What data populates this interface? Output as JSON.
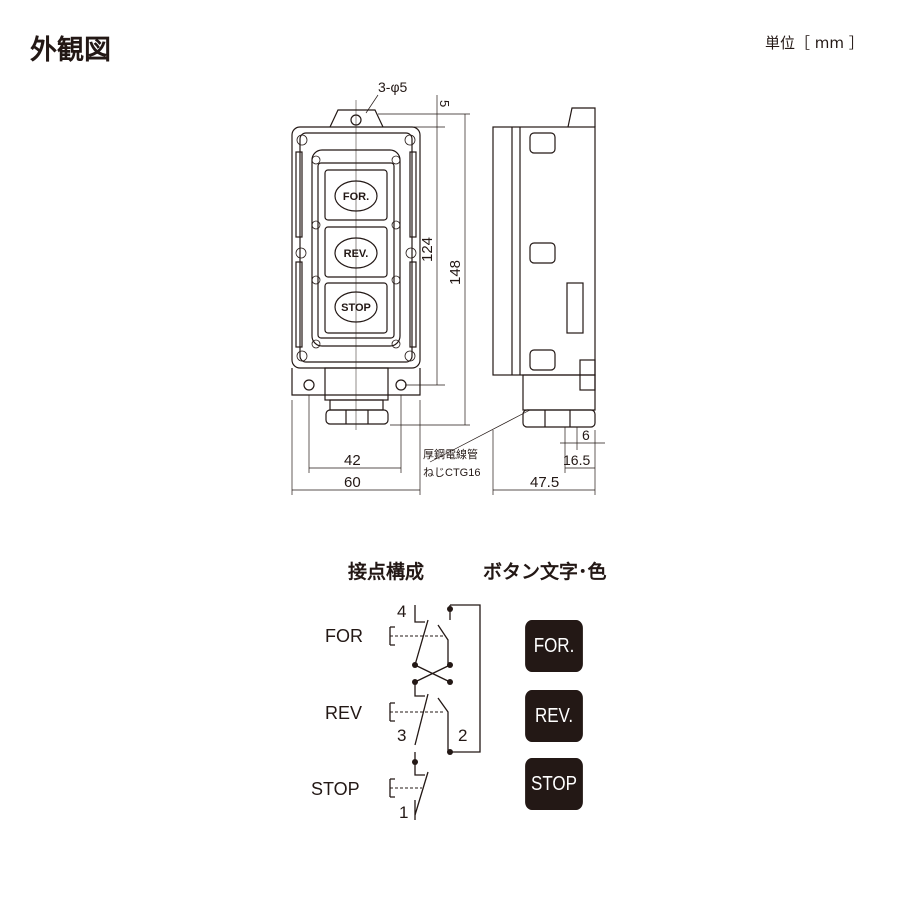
{
  "title": "外観図",
  "unit": "単位［ mm ］",
  "drawing": {
    "hole_label": "3-φ5",
    "dims": {
      "d5": "5",
      "d124": "124",
      "d148": "148",
      "d42": "42",
      "d60": "60",
      "d6": "6",
      "d16_5": "16.5",
      "d47_5": "47.5"
    },
    "conduit_note": [
      "厚鋼電線管",
      "ねじCTG16"
    ],
    "button_faces": [
      "FOR.",
      "REV.",
      "STOP"
    ]
  },
  "contacts": {
    "heading": "接点構成",
    "labels": [
      "FOR",
      "REV",
      "STOP"
    ],
    "terminals": [
      "4",
      "3",
      "2",
      "1"
    ]
  },
  "buttons": {
    "heading": "ボタン文字･色",
    "items": [
      "FOR.",
      "REV.",
      "STOP"
    ],
    "color": "#231815"
  }
}
